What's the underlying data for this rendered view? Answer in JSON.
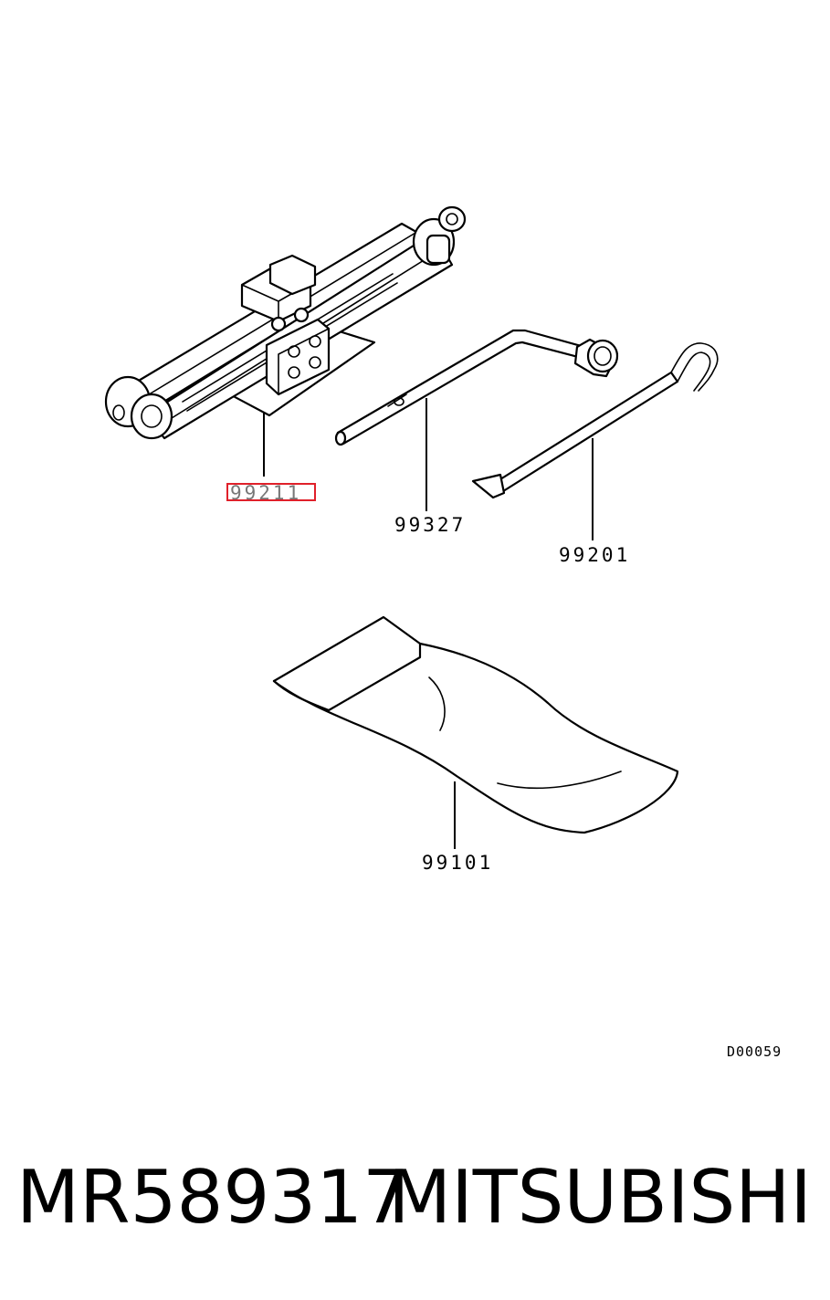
{
  "callouts": {
    "jack": "99211",
    "jack_handle": "99327",
    "wrench": "99201",
    "tool_bag": "99101"
  },
  "selected_callout": "99211",
  "highlight_color": "#e0202a",
  "reference_code": "D00059",
  "footer": {
    "part_number": "MR589317",
    "brand": "MITSUBISHI"
  }
}
